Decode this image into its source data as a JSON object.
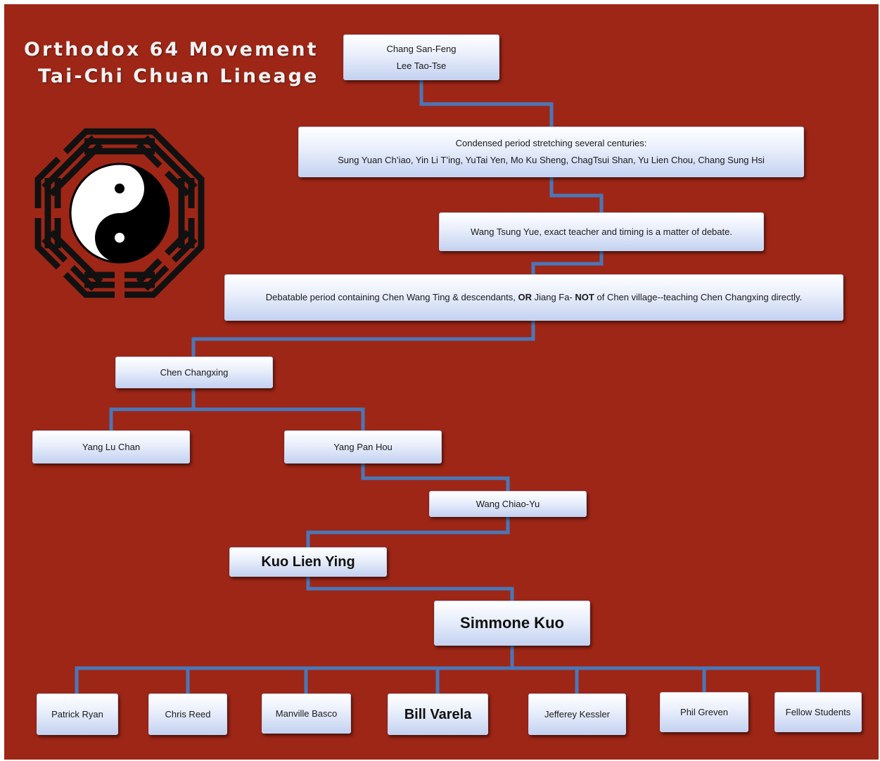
{
  "title": {
    "line1": "Orthodox 64 Movement",
    "line2": "Tai-Chi Chuan Lineage"
  },
  "symbol": "bagua-yin-yang",
  "colors": {
    "background": "#9e2616",
    "connector": "#4a77b8",
    "node_top": "#ffffff",
    "node_bottom": "#c4d2f1"
  },
  "nodes": {
    "chang": {
      "line1": "Chang San-Feng",
      "line2": "Lee Tao-Tse"
    },
    "condensed": {
      "line1": "Condensed period stretching several centuries:",
      "line2": "Sung Yuan Ch’iao, Yin Li T’ing, YuTai Yen, Mo Ku Sheng, ChagTsui Shan, Yu Lien Chou, Chang Sung Hsi"
    },
    "wang_tsung_yue": {
      "text": "Wang Tsung Yue, exact teacher and timing  is a matter of debate."
    },
    "debatable": {
      "part1": "Debatable period containing Chen Wang Ting & descendants, ",
      "or": "OR",
      "part2": " Jiang Fa- ",
      "not": "NOT",
      "part3": " of Chen village--teaching Chen Changxing directly."
    },
    "chen_changxing": {
      "text": "Chen Changxing"
    },
    "yang_lu_chan": {
      "text": "Yang Lu Chan"
    },
    "yang_pan_hou": {
      "text": "Yang Pan Hou"
    },
    "wang_chiao_yu": {
      "text": "Wang Chiao-Yu"
    },
    "kuo_lien_ying": {
      "text": "Kuo Lien Ying"
    },
    "simmone_kuo": {
      "text": "Simmone Kuo"
    },
    "students": [
      {
        "text": "Patrick Ryan"
      },
      {
        "text": "Chris Reed"
      },
      {
        "text": "Manville Basco"
      },
      {
        "text": "Bill Varela"
      },
      {
        "text": "Jefferey Kessler"
      },
      {
        "text": "Phil Greven"
      },
      {
        "text": "Fellow Students"
      }
    ]
  }
}
